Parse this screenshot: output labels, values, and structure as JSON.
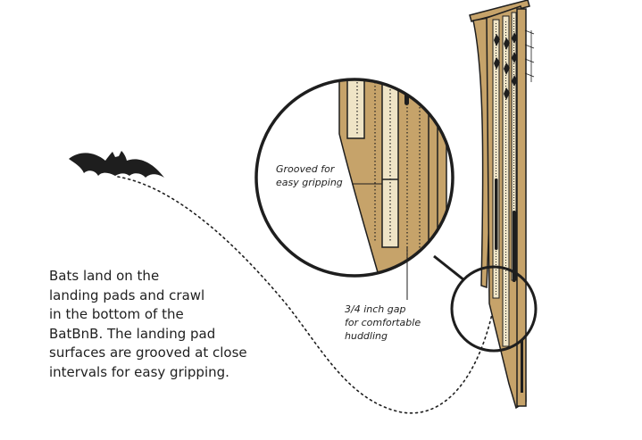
{
  "description_lines": [
    "Bats land on the",
    "landing pads and crawl",
    "in the bottom of the",
    "BatBnB. The landing pad",
    "surfaces are grooved at close",
    "intervals for easy gripping."
  ],
  "callouts": {
    "grooved": [
      "Grooved for",
      "easy gripping"
    ],
    "gap": [
      "3/4 inch gap",
      "for comfortable",
      "huddling"
    ]
  },
  "colors": {
    "wood": "#c6a36a",
    "wood_light": "#efe4c6",
    "outline": "#1e1e1e",
    "bat": "#1e1e1e"
  },
  "icons": [
    "bat-icon",
    "magnifier-circle",
    "bat-house"
  ]
}
